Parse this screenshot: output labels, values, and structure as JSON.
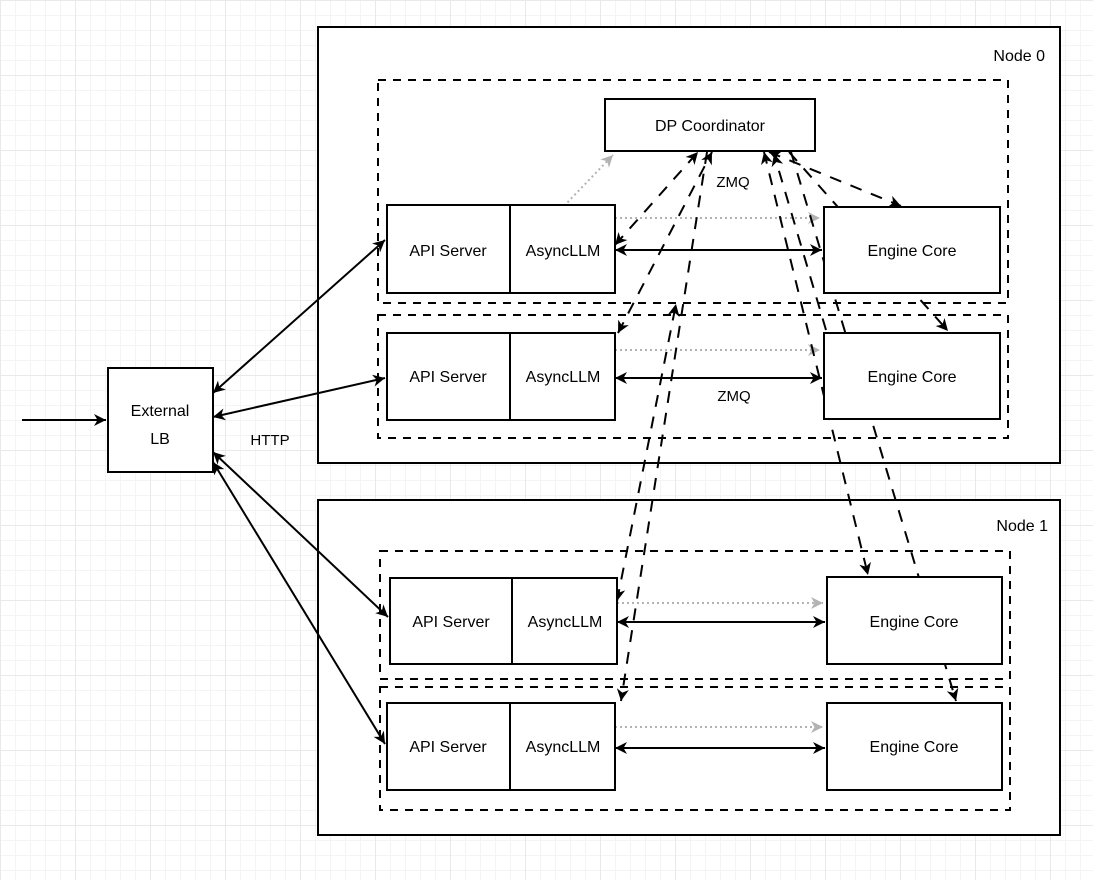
{
  "diagram": {
    "node0_label": "Node 0",
    "node1_label": "Node 1",
    "external_lb": {
      "line1": "External",
      "line2": "LB"
    },
    "dp_coordinator_label": "DP Coordinator",
    "http_label": "HTTP",
    "zmq_label_top": "ZMQ",
    "zmq_label_row2": "ZMQ",
    "rows": [
      {
        "api_server": "API Server",
        "asyncllm": "AsyncLLM",
        "engine_core": "Engine Core"
      },
      {
        "api_server": "API Server",
        "asyncllm": "AsyncLLM",
        "engine_core": "Engine Core"
      },
      {
        "api_server": "API Server",
        "asyncllm": "AsyncLLM",
        "engine_core": "Engine Core"
      },
      {
        "api_server": "API Server",
        "asyncllm": "AsyncLLM",
        "engine_core": "Engine Core"
      }
    ],
    "colors": {
      "stroke": "#000000",
      "gray_link": "#b3b3b3",
      "background": "#ffffff",
      "grid_minor": "#f4f4f4",
      "grid_major": "#e9e9e9"
    }
  }
}
